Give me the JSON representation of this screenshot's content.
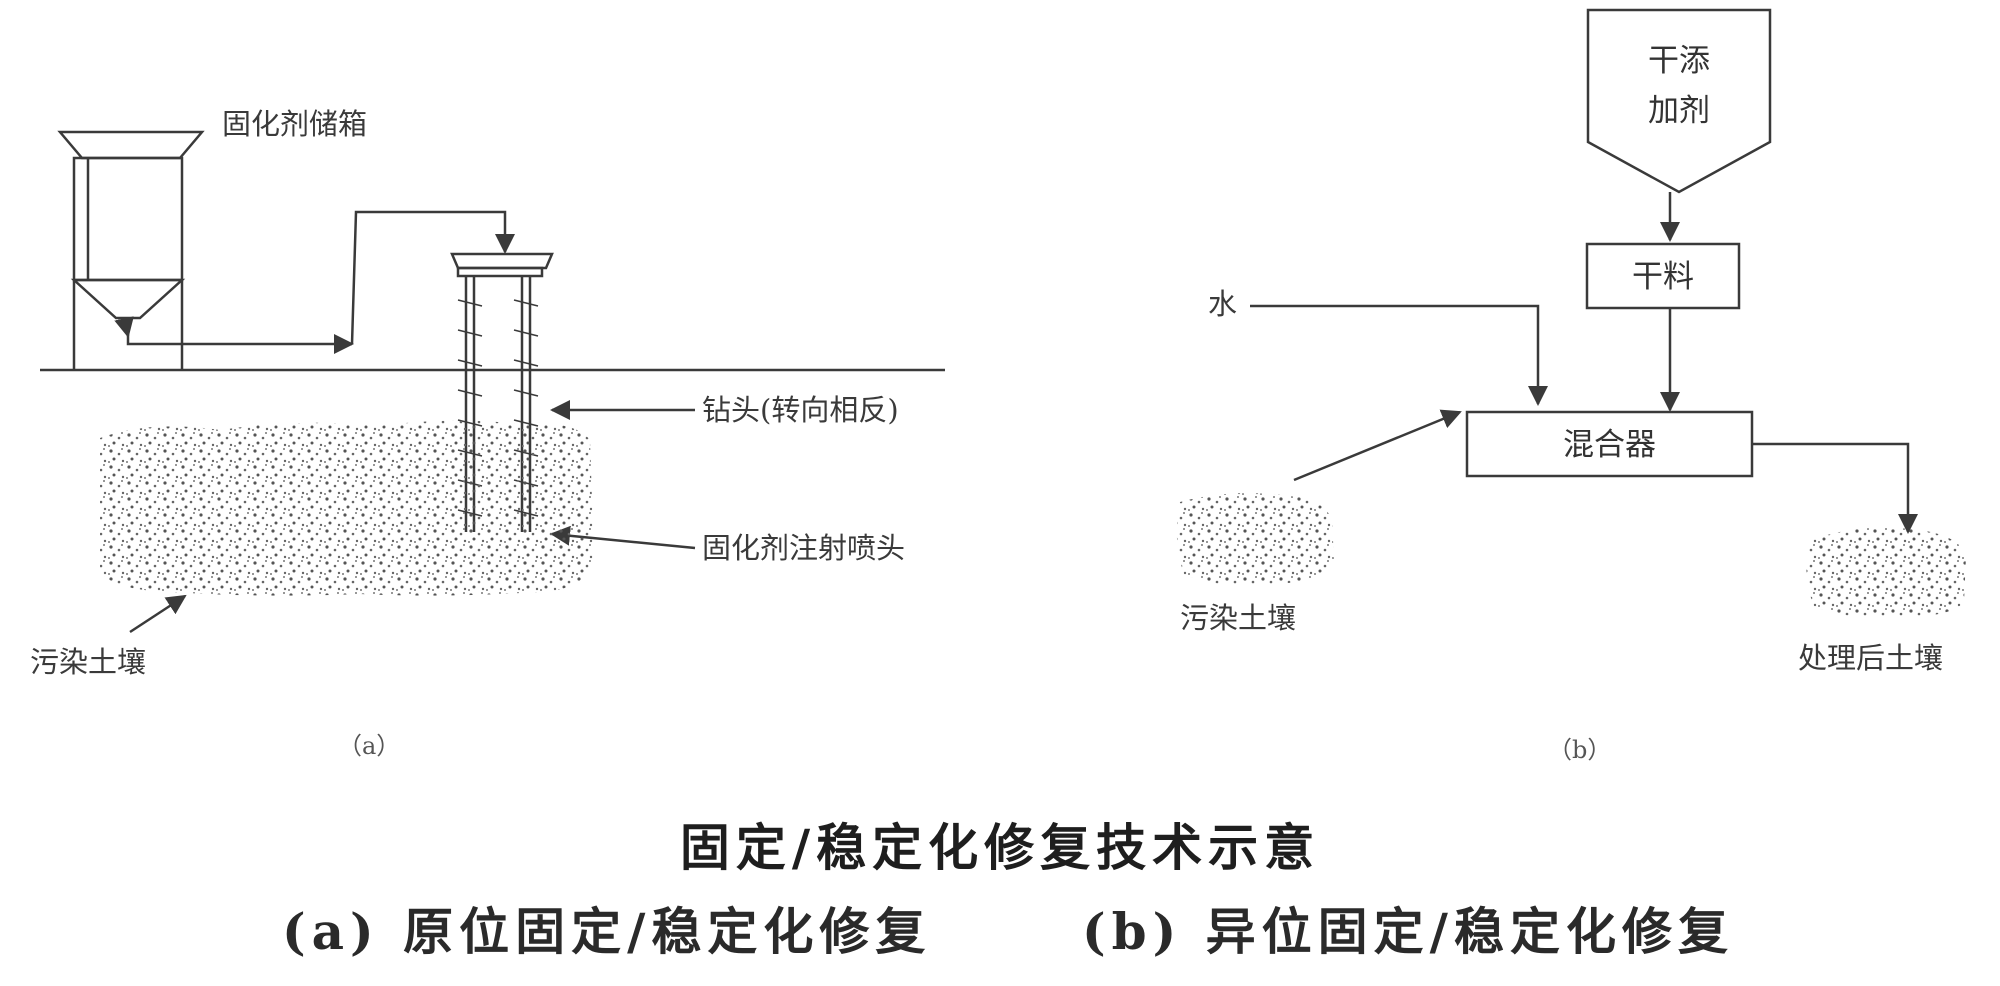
{
  "panel_a": {
    "hopper_label": "固化剂储箱",
    "drill_label": "钻头(转向相反)",
    "nozzle_label": "固化剂注射喷头",
    "soil_label": "污染土壤",
    "tag": "（a）"
  },
  "panel_b": {
    "additive_label_line1": "干添",
    "additive_label_line2": "加剂",
    "feed_label": "干料",
    "water_label": "水",
    "mixer_label": "混合器",
    "soil_in_label": "污染土壤",
    "soil_out_label": "处理后土壤",
    "tag": "（b）"
  },
  "caption": {
    "title": "固定/稳定化修复技术示意",
    "sub_a": "(a) 原位固定/稳定化修复",
    "sub_b": "(b) 异位固定/稳定化修复"
  },
  "colors": {
    "line": "#3a3a3a",
    "soil_dot": "#555555"
  }
}
